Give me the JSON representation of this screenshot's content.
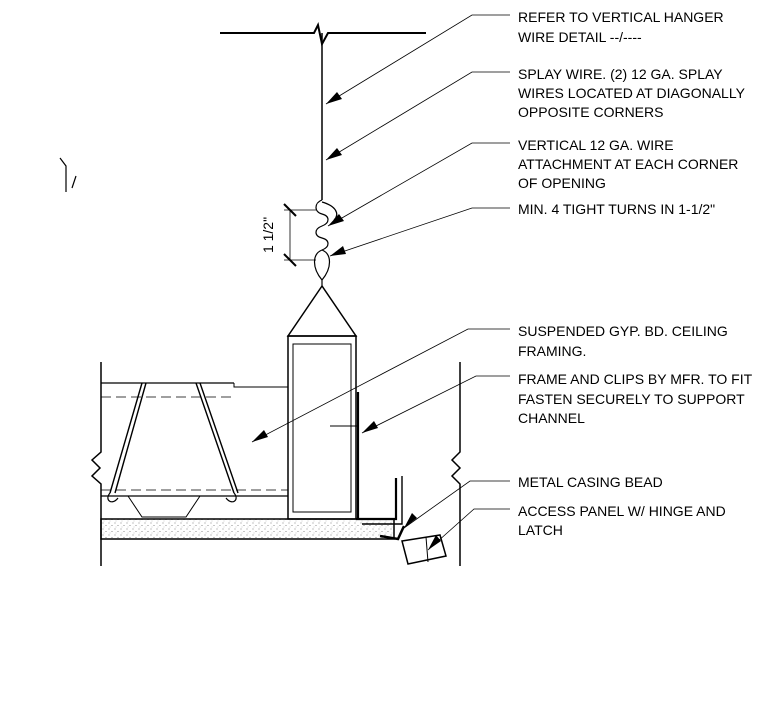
{
  "notes": [
    {
      "lines": [
        "REFER TO VERTICAL HANGER",
        "WIRE DETAIL --/----"
      ]
    },
    {
      "lines": [
        "SPLAY WIRE. (2) 12 GA. SPLAY",
        "WIRES LOCATED AT DIAGONALLY",
        "OPPOSITE CORNERS"
      ]
    },
    {
      "lines": [
        "VERTICAL 12 GA. WIRE",
        "ATTACHMENT AT EACH CORNER",
        "OF OPENING"
      ]
    },
    {
      "lines": [
        "MIN. 4 TIGHT TURNS IN 1-1/2\""
      ]
    },
    {
      "lines": [
        "SUSPENDED GYP. BD. CEILING",
        "FRAMING."
      ]
    },
    {
      "lines": [
        "FRAME AND CLIPS BY MFR. TO FIT",
        "FASTEN SECURELY TO SUPPORT",
        "CHANNEL"
      ]
    },
    {
      "lines": [
        "METAL CASING BEAD"
      ]
    },
    {
      "lines": [
        "ACCESS PANEL W/ HINGE AND",
        "LATCH"
      ]
    }
  ],
  "dimension": {
    "label": "1 1/2\""
  }
}
